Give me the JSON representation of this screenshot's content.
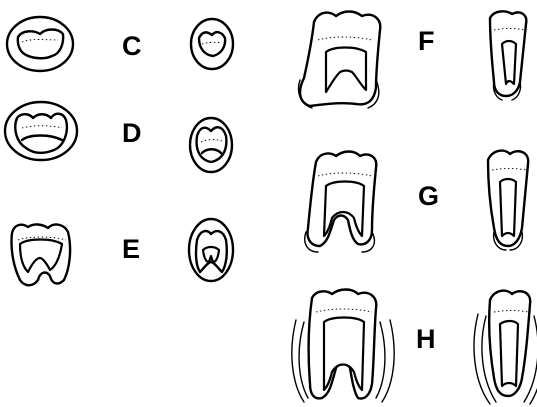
{
  "stages": [
    {
      "label": "C"
    },
    {
      "label": "D"
    },
    {
      "label": "E"
    },
    {
      "label": "F"
    },
    {
      "label": "G"
    },
    {
      "label": "H"
    }
  ]
}
